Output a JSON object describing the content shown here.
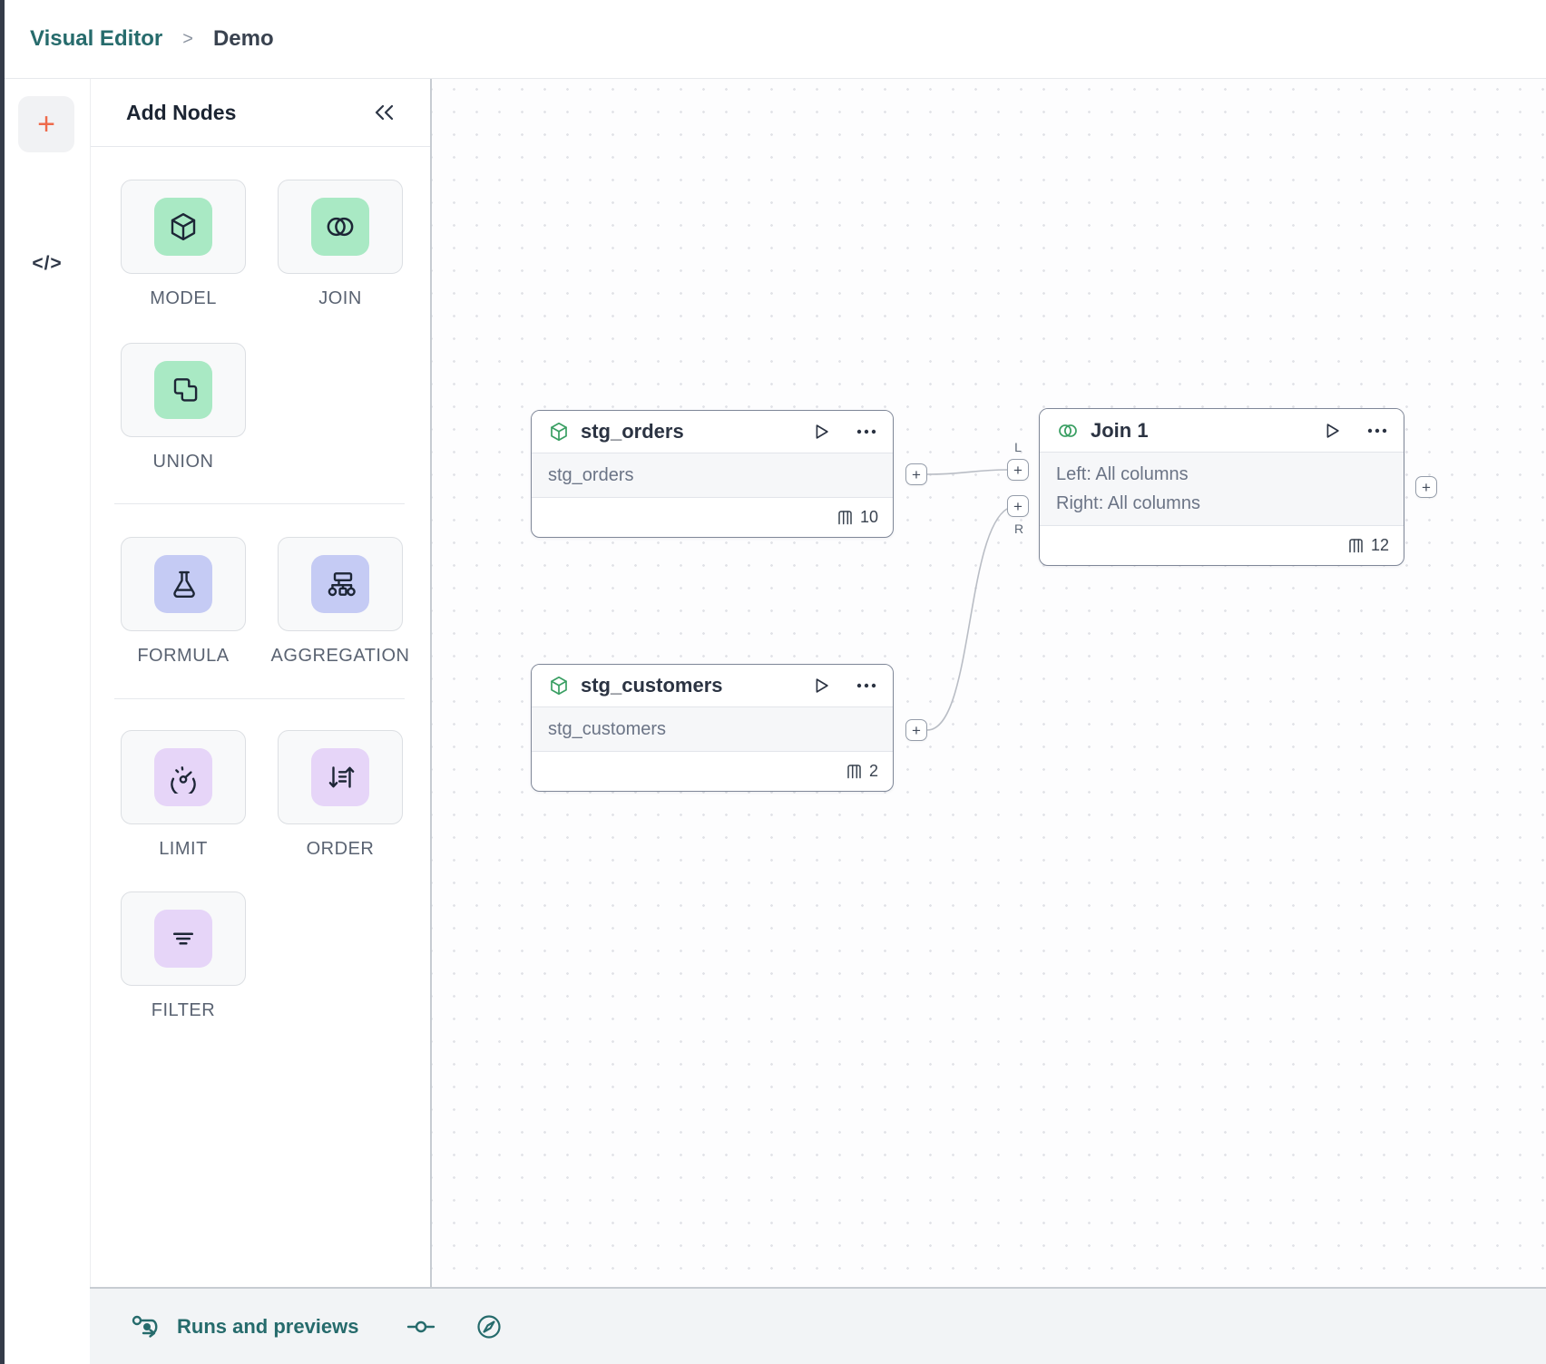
{
  "breadcrumb": {
    "app": "Visual Editor",
    "separator": ">",
    "page": "Demo"
  },
  "rail": {
    "add_label": "+",
    "code_label": "</>"
  },
  "palette": {
    "title": "Add Nodes",
    "collapse_icon": "chevrons-left-icon",
    "items": [
      {
        "label": "MODEL",
        "icon": "cube-icon",
        "tile_color": "green"
      },
      {
        "label": "JOIN",
        "icon": "venn-icon",
        "tile_color": "green"
      },
      {
        "label": "UNION",
        "icon": "union-icon",
        "tile_color": "green"
      },
      {
        "label": "FORMULA",
        "icon": "flask-icon",
        "tile_color": "indigo"
      },
      {
        "label": "AGGREGATION",
        "icon": "sitemap-icon",
        "tile_color": "indigo"
      },
      {
        "label": "LIMIT",
        "icon": "gauge-icon",
        "tile_color": "purple"
      },
      {
        "label": "ORDER",
        "icon": "sort-icon",
        "tile_color": "purple"
      },
      {
        "label": "FILTER",
        "icon": "filter-icon",
        "tile_color": "purple"
      }
    ]
  },
  "canvas": {
    "plus": "+",
    "handle_labels": {
      "left": "L",
      "right": "R"
    },
    "nodes": [
      {
        "title": "stg_orders",
        "icon": "cube-icon",
        "body": "stg_orders",
        "column_count": "10"
      },
      {
        "title": "stg_customers",
        "icon": "cube-icon",
        "body": "stg_customers",
        "column_count": "2"
      },
      {
        "title": "Join 1",
        "icon": "venn-icon",
        "body_line1": "Left: All columns",
        "body_line2": "Right: All columns",
        "column_count": "12"
      }
    ]
  },
  "bottom_bar": {
    "runs_label": "Runs and previews"
  },
  "colors": {
    "teal": "#266b6c",
    "orange": "#ee6a4b",
    "green_tile": "#a9e9c4",
    "indigo_tile": "#c5cbf4",
    "purple_tile": "#e6d5f8",
    "node_icon_green": "#3a9f63"
  }
}
